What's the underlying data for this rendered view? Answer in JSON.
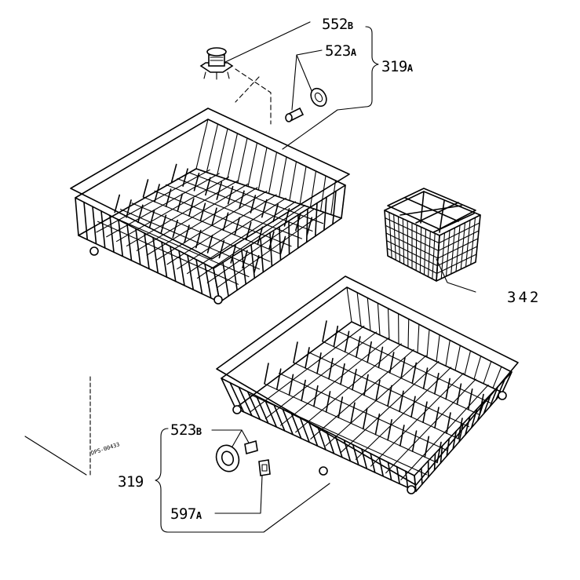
{
  "labels": {
    "upper_hub": {
      "main": "552",
      "sub": "B"
    },
    "upper_wheel": {
      "main": "523",
      "sub": "A"
    },
    "upper_assembly": {
      "main": "319",
      "sub": "A"
    },
    "basket": {
      "main": "342"
    },
    "lower_wheel": {
      "main": "523",
      "sub": "B"
    },
    "lower_assembly": {
      "main": "319"
    },
    "lower_clip": {
      "main": "597",
      "sub": "A"
    }
  },
  "stamp": "DPS-00433"
}
